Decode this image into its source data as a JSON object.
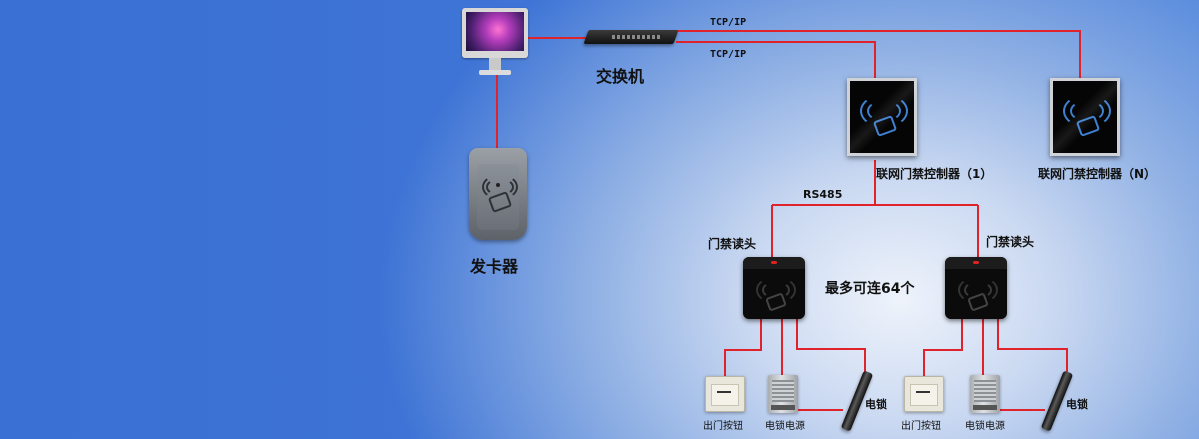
{
  "labels": {
    "switch": "交换机",
    "card_issuer": "发卡器",
    "tcp_ip_1": "TCP/IP",
    "tcp_ip_2": "TCP/IP",
    "controller_1": "联网门禁控制器（1）",
    "controller_n": "联网门禁控制器（N）",
    "rs485": "RS485",
    "reader_left": "门禁读头",
    "reader_right": "门禁读头",
    "max_connect": "最多可连64个",
    "exit_button_left": "出门按钮",
    "power_left": "电锁电源",
    "lock_left": "电锁",
    "exit_button_right": "出门按钮",
    "power_right": "电锁电源",
    "lock_right": "电锁"
  },
  "colors": {
    "wire": "#e0232a",
    "background_left": "#3a6fd3",
    "background_glow": "#eef3fb"
  },
  "icons": {
    "computer": "desktop-monitor-icon",
    "switch": "network-switch-icon",
    "card_issuer": "card-reader-icon",
    "controller": "access-controller-icon",
    "reader": "card-reader-icon",
    "exit_button": "exit-button-icon",
    "power_supply": "power-supply-icon",
    "lock": "electric-lock-icon"
  }
}
